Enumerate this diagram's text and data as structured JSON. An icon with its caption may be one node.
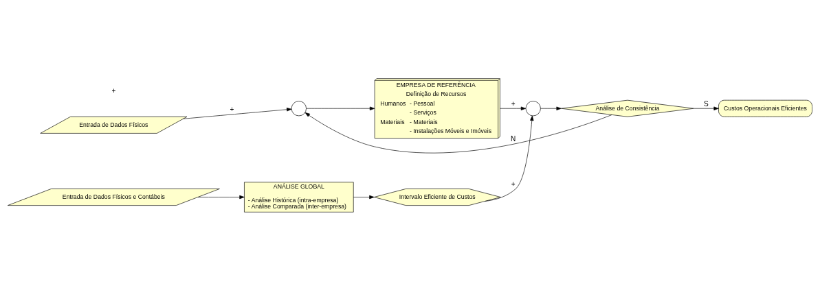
{
  "diagram": {
    "nodes": [
      {
        "text": [
          "Entrada de Dados Físicos"
        ]
      },
      {
        "text": [],
        "shape": "circle"
      },
      {
        "text": [
          "EMPRESA DE REFERÊNCIA",
          "Definição de Recursos",
          "Humanos",
          "- Pessoal",
          "- Serviços",
          "Materiais",
          "- Materiais",
          "- Instalações Móveis e Imóveis"
        ]
      },
      {
        "text": [],
        "shape": "circle"
      },
      {
        "text": [
          "Análise de Consistência"
        ]
      },
      {
        "text": [
          "Custos Operacionais Eficientes"
        ]
      },
      {
        "text": [
          "Entrada de Dados Físicos e Contábeis"
        ]
      },
      {
        "text": [
          "ANÁLISE GLOBAL",
          "- Análise Histórica (intra-empresa)",
          "- Análise Comparada (inter-empresa)"
        ]
      },
      {
        "text": [
          "Intervalo Eficiente de Custos"
        ]
      }
    ],
    "edges": [
      {
        "from": 0,
        "to": 1,
        "arrow": "to",
        "label": "+"
      },
      {
        "from": 4,
        "to": 1,
        "arrow": "to",
        "label": "N"
      },
      {
        "from": 1,
        "to": 2,
        "arrow": "to"
      },
      {
        "from": 2,
        "to": 3,
        "arrow": "to",
        "label": "+"
      },
      {
        "from": 8,
        "to": 3,
        "arrow": "to",
        "label": "+"
      },
      {
        "from": 3,
        "to": 4,
        "arrow": "to"
      },
      {
        "from": 4,
        "to": 5,
        "arrow": "to",
        "label": "S"
      },
      {
        "from": 6,
        "to": 7,
        "arrow": "to"
      },
      {
        "from": 7,
        "to": 8,
        "arrow": "to"
      }
    ],
    "labels": [
      "+"
    ]
  }
}
